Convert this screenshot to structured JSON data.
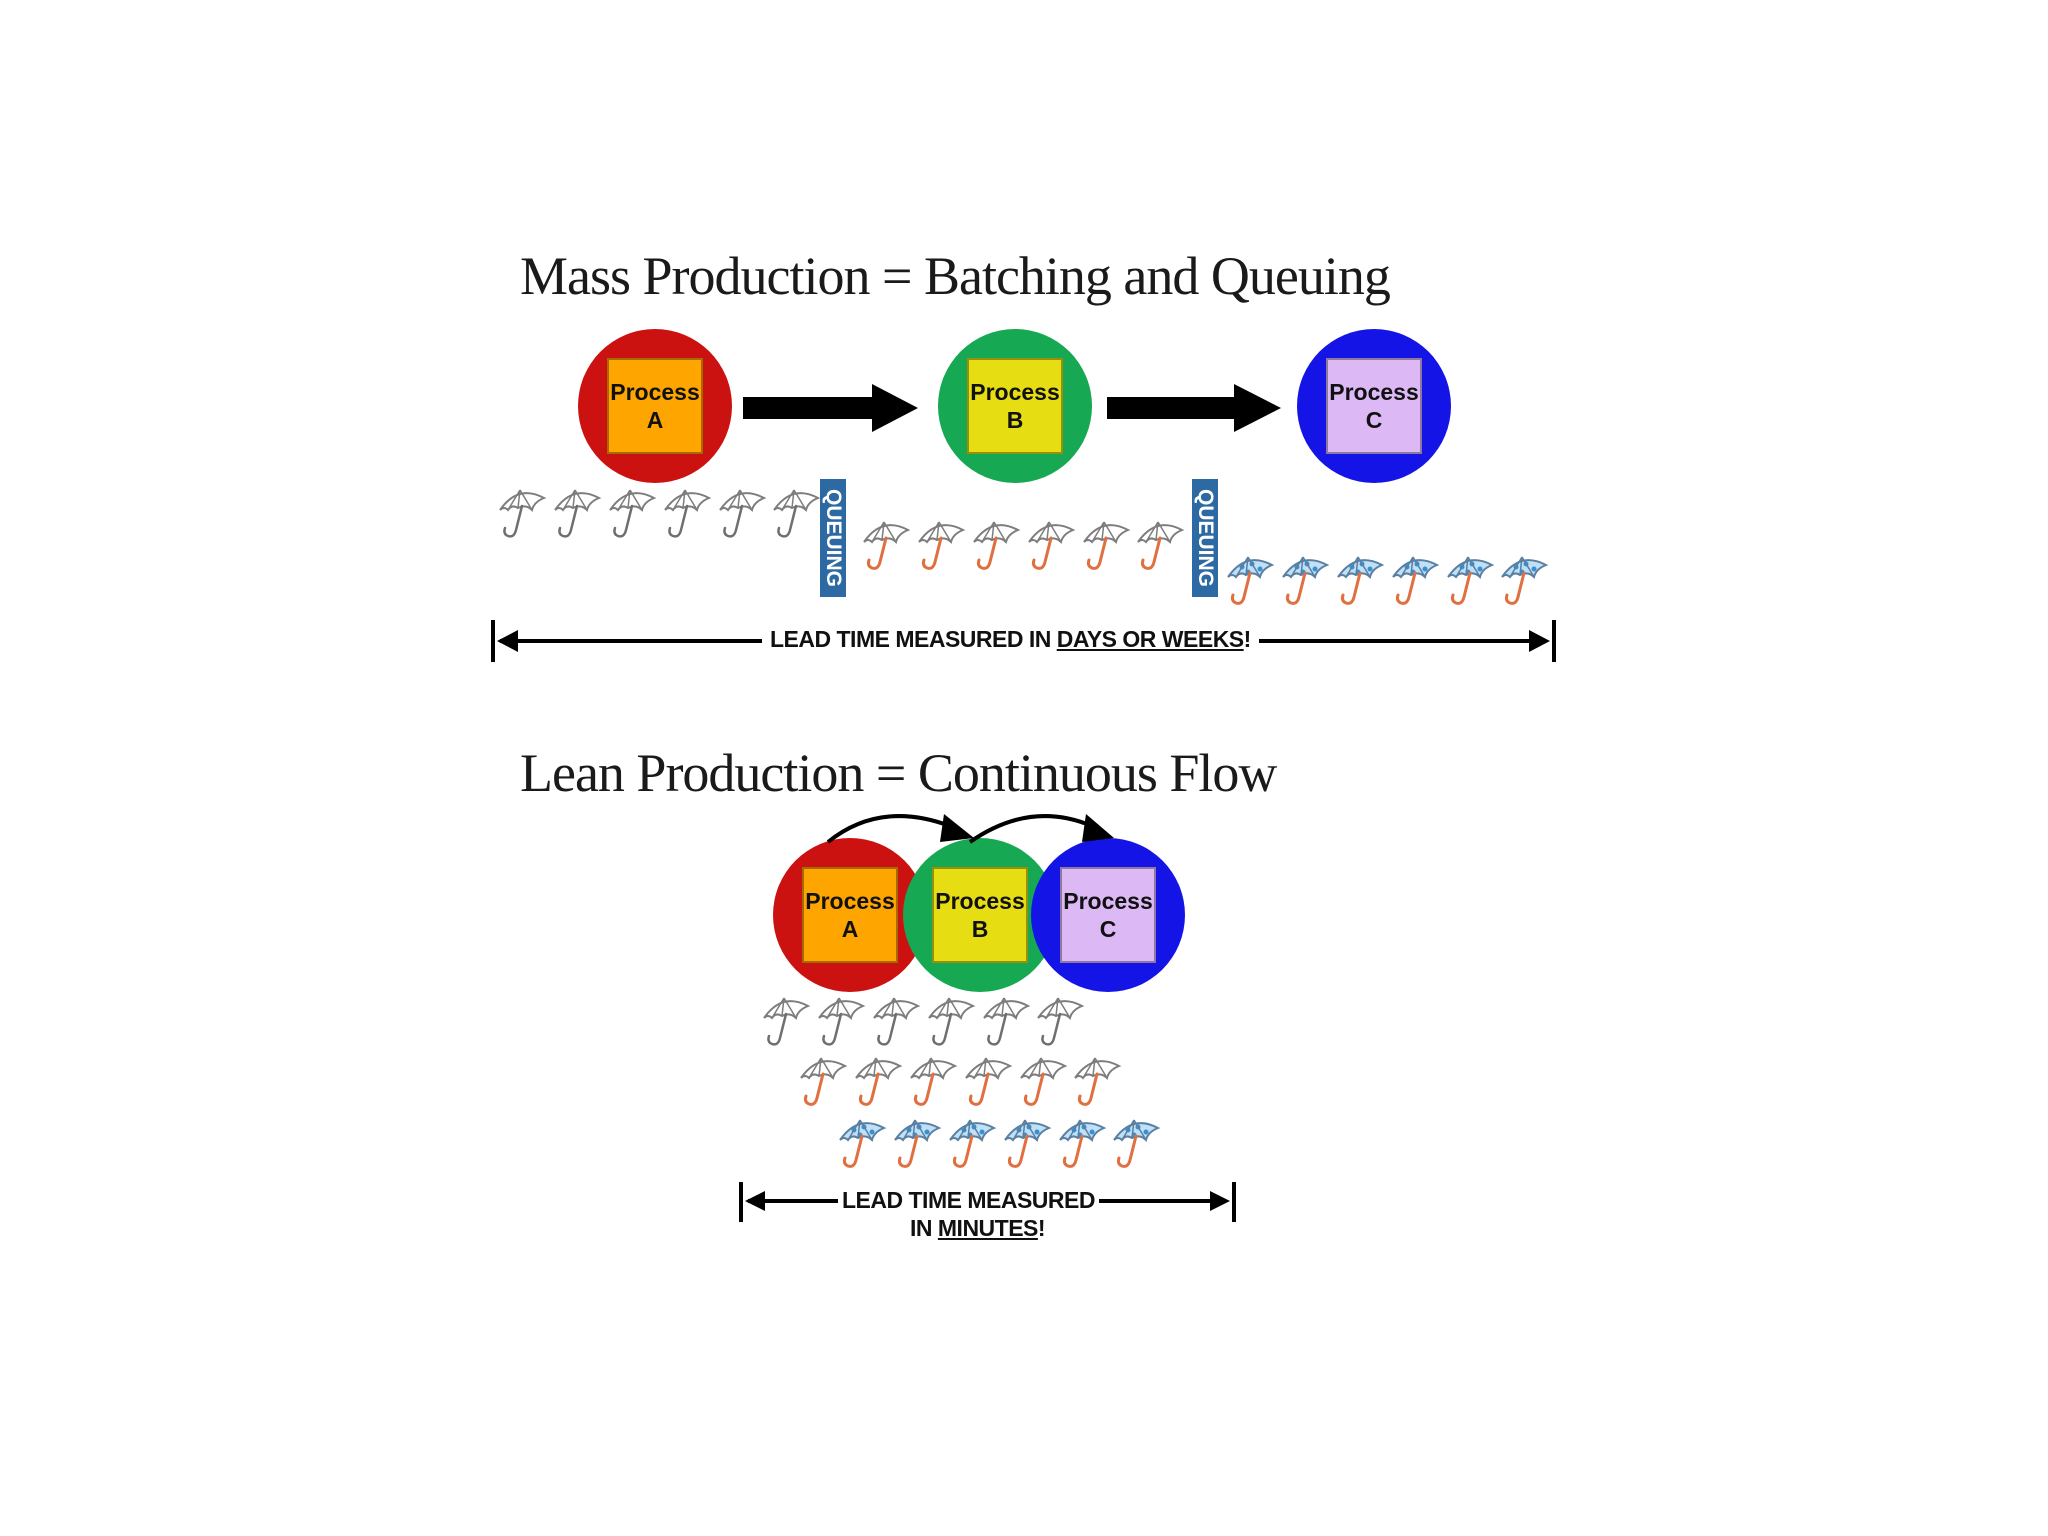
{
  "mass": {
    "title": "Mass Production = Batching and Queuing",
    "processes": [
      {
        "label_top": "Process",
        "label_bottom": "A",
        "circle_color": "#cc1111",
        "box_color": "#ffa500"
      },
      {
        "label_top": "Process",
        "label_bottom": "B",
        "circle_color": "#16a852",
        "box_color": "#e6dd12"
      },
      {
        "label_top": "Process",
        "label_bottom": "C",
        "circle_color": "#1414e6",
        "box_color": "#dcb8f5"
      }
    ],
    "queue_label": "QUEUING",
    "lead_time": {
      "prefix": "LEAD TIME MEASURED IN ",
      "emphasis": "DAYS OR WEEKS",
      "suffix": "!"
    }
  },
  "lean": {
    "title": "Lean Production = Continuous Flow",
    "processes": [
      {
        "label_top": "Process",
        "label_bottom": "A"
      },
      {
        "label_top": "Process",
        "label_bottom": "B"
      },
      {
        "label_top": "Process",
        "label_bottom": "C"
      }
    ],
    "lead_time": {
      "line1": "LEAD TIME MEASURED",
      "line2_prefix": "IN ",
      "emphasis": "MINUTES",
      "suffix": "!"
    }
  },
  "colors": {
    "umbrella_plain": "#8a8a8a",
    "umbrella_handle_orange": "#e07040",
    "umbrella_blue": "#3a8fd0",
    "queue_tag": "#2d6aa3"
  },
  "icons": [
    "umbrella-icon",
    "arrow-right-icon",
    "curved-arrow-icon"
  ]
}
